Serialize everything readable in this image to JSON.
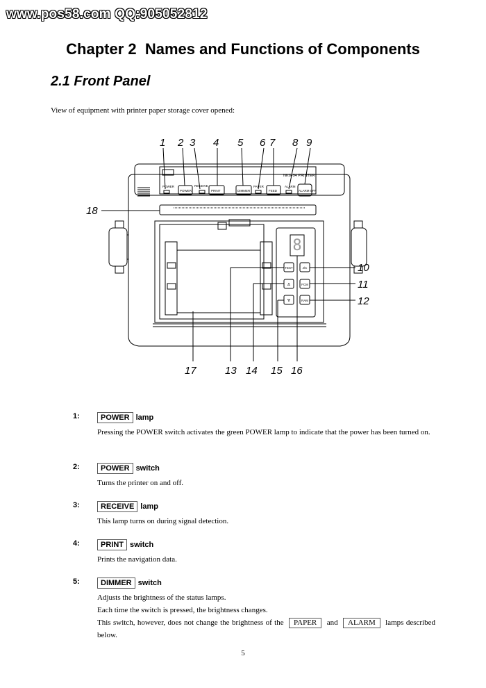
{
  "watermark": "www.pos58.com QQ:905052812",
  "chapter_title": "Chapter 2  Names and Functions of Components",
  "section_title": "2.1 Front Panel",
  "intro": "View of equipment with printer paper storage cover opened:",
  "figure": {
    "model_label": "NKG-94 PRINTER",
    "panel": {
      "power_lamp": "POWER",
      "power_btn": "POWER",
      "receive_lamp": "RECEIVE",
      "print_btn": "PRINT",
      "dimmer_btn": "DIMMER",
      "paper_lamp": "PAPER",
      "feed_btn": "FEED",
      "alarm_lamp": "ALARM",
      "alarm_off_btn": "ALARM OFF"
    },
    "keys": {
      "test": "TEST",
      "jc": "J/C",
      "up": "Δ",
      "fcm": "FCM",
      "down": "∇",
      "ram": "RAM"
    },
    "callouts": {
      "c1": "1",
      "c2": "2",
      "c3": "3",
      "c4": "4",
      "c5": "5",
      "c6": "6",
      "c7": "7",
      "c8": "8",
      "c9": "9",
      "c10": "10",
      "c11": "11",
      "c12": "12",
      "c13": "13",
      "c14": "14",
      "c15": "15",
      "c16": "16",
      "c17": "17",
      "c18": "18"
    }
  },
  "items": [
    {
      "num": "1:",
      "name": "POWER",
      "type": "lamp",
      "lines": [
        "Pressing the POWER switch activates the green POWER lamp to indicate that the power has been turned on."
      ]
    },
    {
      "num": "2:",
      "name": "POWER",
      "type": "switch",
      "lines": [
        "Turns the printer on and off."
      ]
    },
    {
      "num": "3:",
      "name": "RECEIVE",
      "type": "lamp",
      "lines": [
        "This lamp turns on during signal detection."
      ]
    },
    {
      "num": "4:",
      "name": "PRINT",
      "type": "switch",
      "lines": [
        "Prints the navigation data."
      ]
    },
    {
      "num": "5:",
      "name": "DIMMER",
      "type": "switch",
      "lines": [
        "Adjusts the brightness of the status lamps.",
        "Each time the switch is pressed, the brightness changes."
      ],
      "last_line": {
        "before": "This switch, however, does not change the brightness of the",
        "box1": "PAPER",
        "mid": "and",
        "box2": "ALARM",
        "after": "lamps described below."
      }
    }
  ],
  "page_number": "5"
}
